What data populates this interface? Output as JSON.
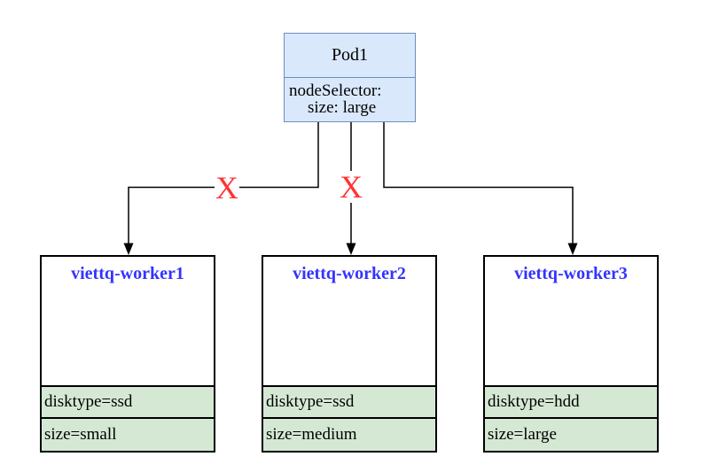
{
  "pod": {
    "title": "Pod1",
    "selector_line1": "nodeSelector:",
    "selector_line2": "size: large"
  },
  "workers": [
    {
      "name": "viettq-worker1",
      "labels": [
        "disktype=ssd",
        "size=small"
      ]
    },
    {
      "name": "viettq-worker2",
      "labels": [
        "disktype=ssd",
        "size=medium"
      ]
    },
    {
      "name": "viettq-worker3",
      "labels": [
        "disktype=hdd",
        "size=large"
      ]
    }
  ],
  "crosses": [
    {
      "label": "X"
    },
    {
      "label": "X"
    }
  ],
  "colors": {
    "background": "#ffffff",
    "pod_fill": "#dae8fc",
    "pod_border": "#6c8ebf",
    "worker_fill": "#ffffff",
    "worker_border": "#000000",
    "label_row_fill": "#d5e8d4",
    "worker_title_text": "#3333ff",
    "cross_text": "#ff3333",
    "connector_line": "#000000"
  }
}
